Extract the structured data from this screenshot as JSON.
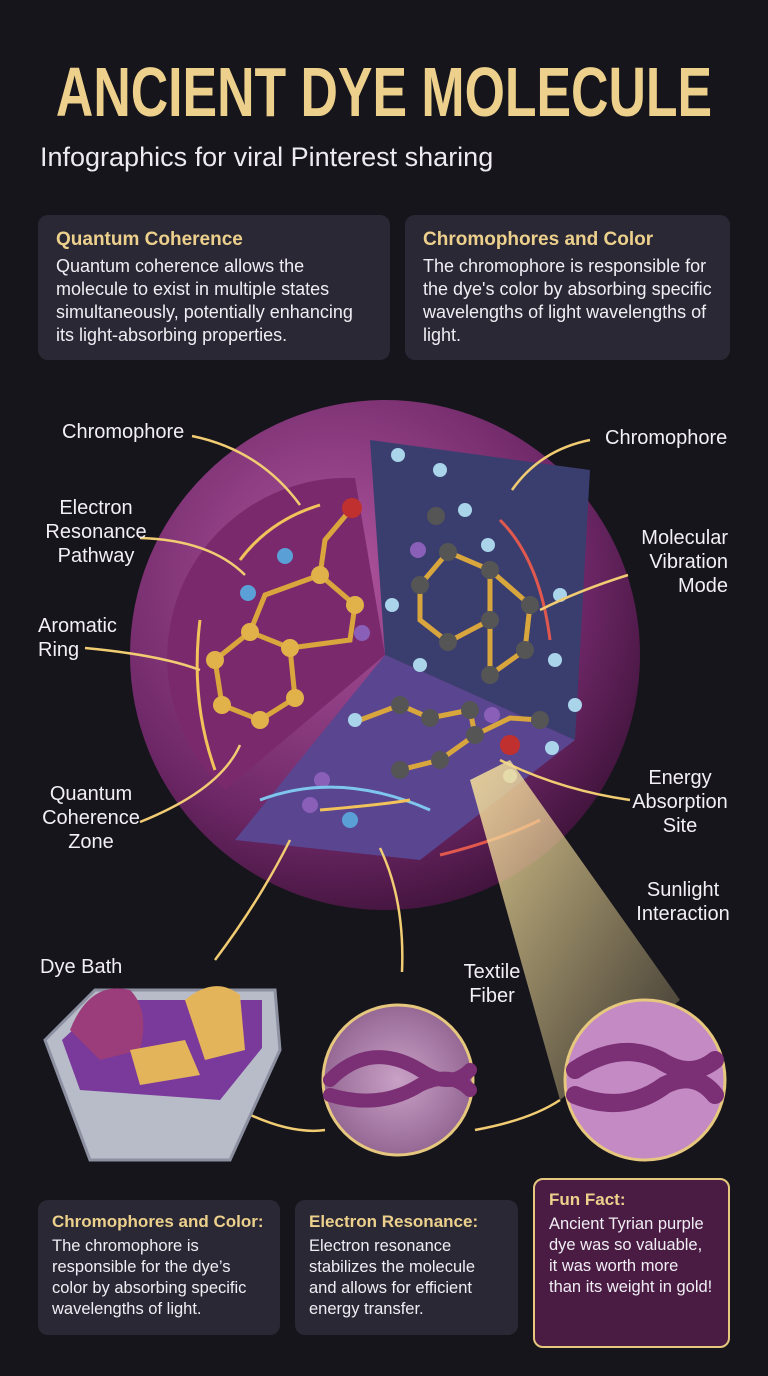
{
  "header": {
    "title": "ANCIENT DYE MOLECULE",
    "subtitle": "Infographics for viral Pinterest sharing"
  },
  "top_cards": [
    {
      "title": "Quantum Coherence",
      "body": "Quantum coherence allows the molecule to exist in multiple states simultaneously, potentially enhancing its light-absorbing properties."
    },
    {
      "title": "Chromophores and Color",
      "body": "The chromophore is responsible for the dye's color by absorbing specific wavelengths of light wavelengths of light."
    }
  ],
  "diagram_labels": {
    "chromophore_left": "Chromophore",
    "electron_resonance": "Electron Resonance Pathway",
    "aromatic_ring": "Aromatic Ring",
    "quantum_zone": "Quantum Coherence Zone",
    "chromophore_right": "Chromophore",
    "vibration": "Molecular Vibration Mode",
    "energy_site": "Energy Absorption Site",
    "sunlight": "Sunlight Interaction",
    "dye_bath": "Dye Bath",
    "textile_fiber": "Textile Fiber"
  },
  "bottom_cards": [
    {
      "title": "Chromophores and Color:",
      "body": "The chromophore is responsible for the dye’s color by absorbing specific wavelengths of light."
    },
    {
      "title": "Electron Resonance:",
      "body": "Electron resonance stabilizes the molecule and allows for efficient energy transfer."
    },
    {
      "title": "Fun Fact:",
      "body": "Ancient Tyrian purple dye was so valuable, it was worth more than its weight in gold!"
    }
  ],
  "colors": {
    "accent": "#ecd08c",
    "background": "#16151b",
    "card": "#2a2835",
    "purple": "#8a3a7e"
  }
}
